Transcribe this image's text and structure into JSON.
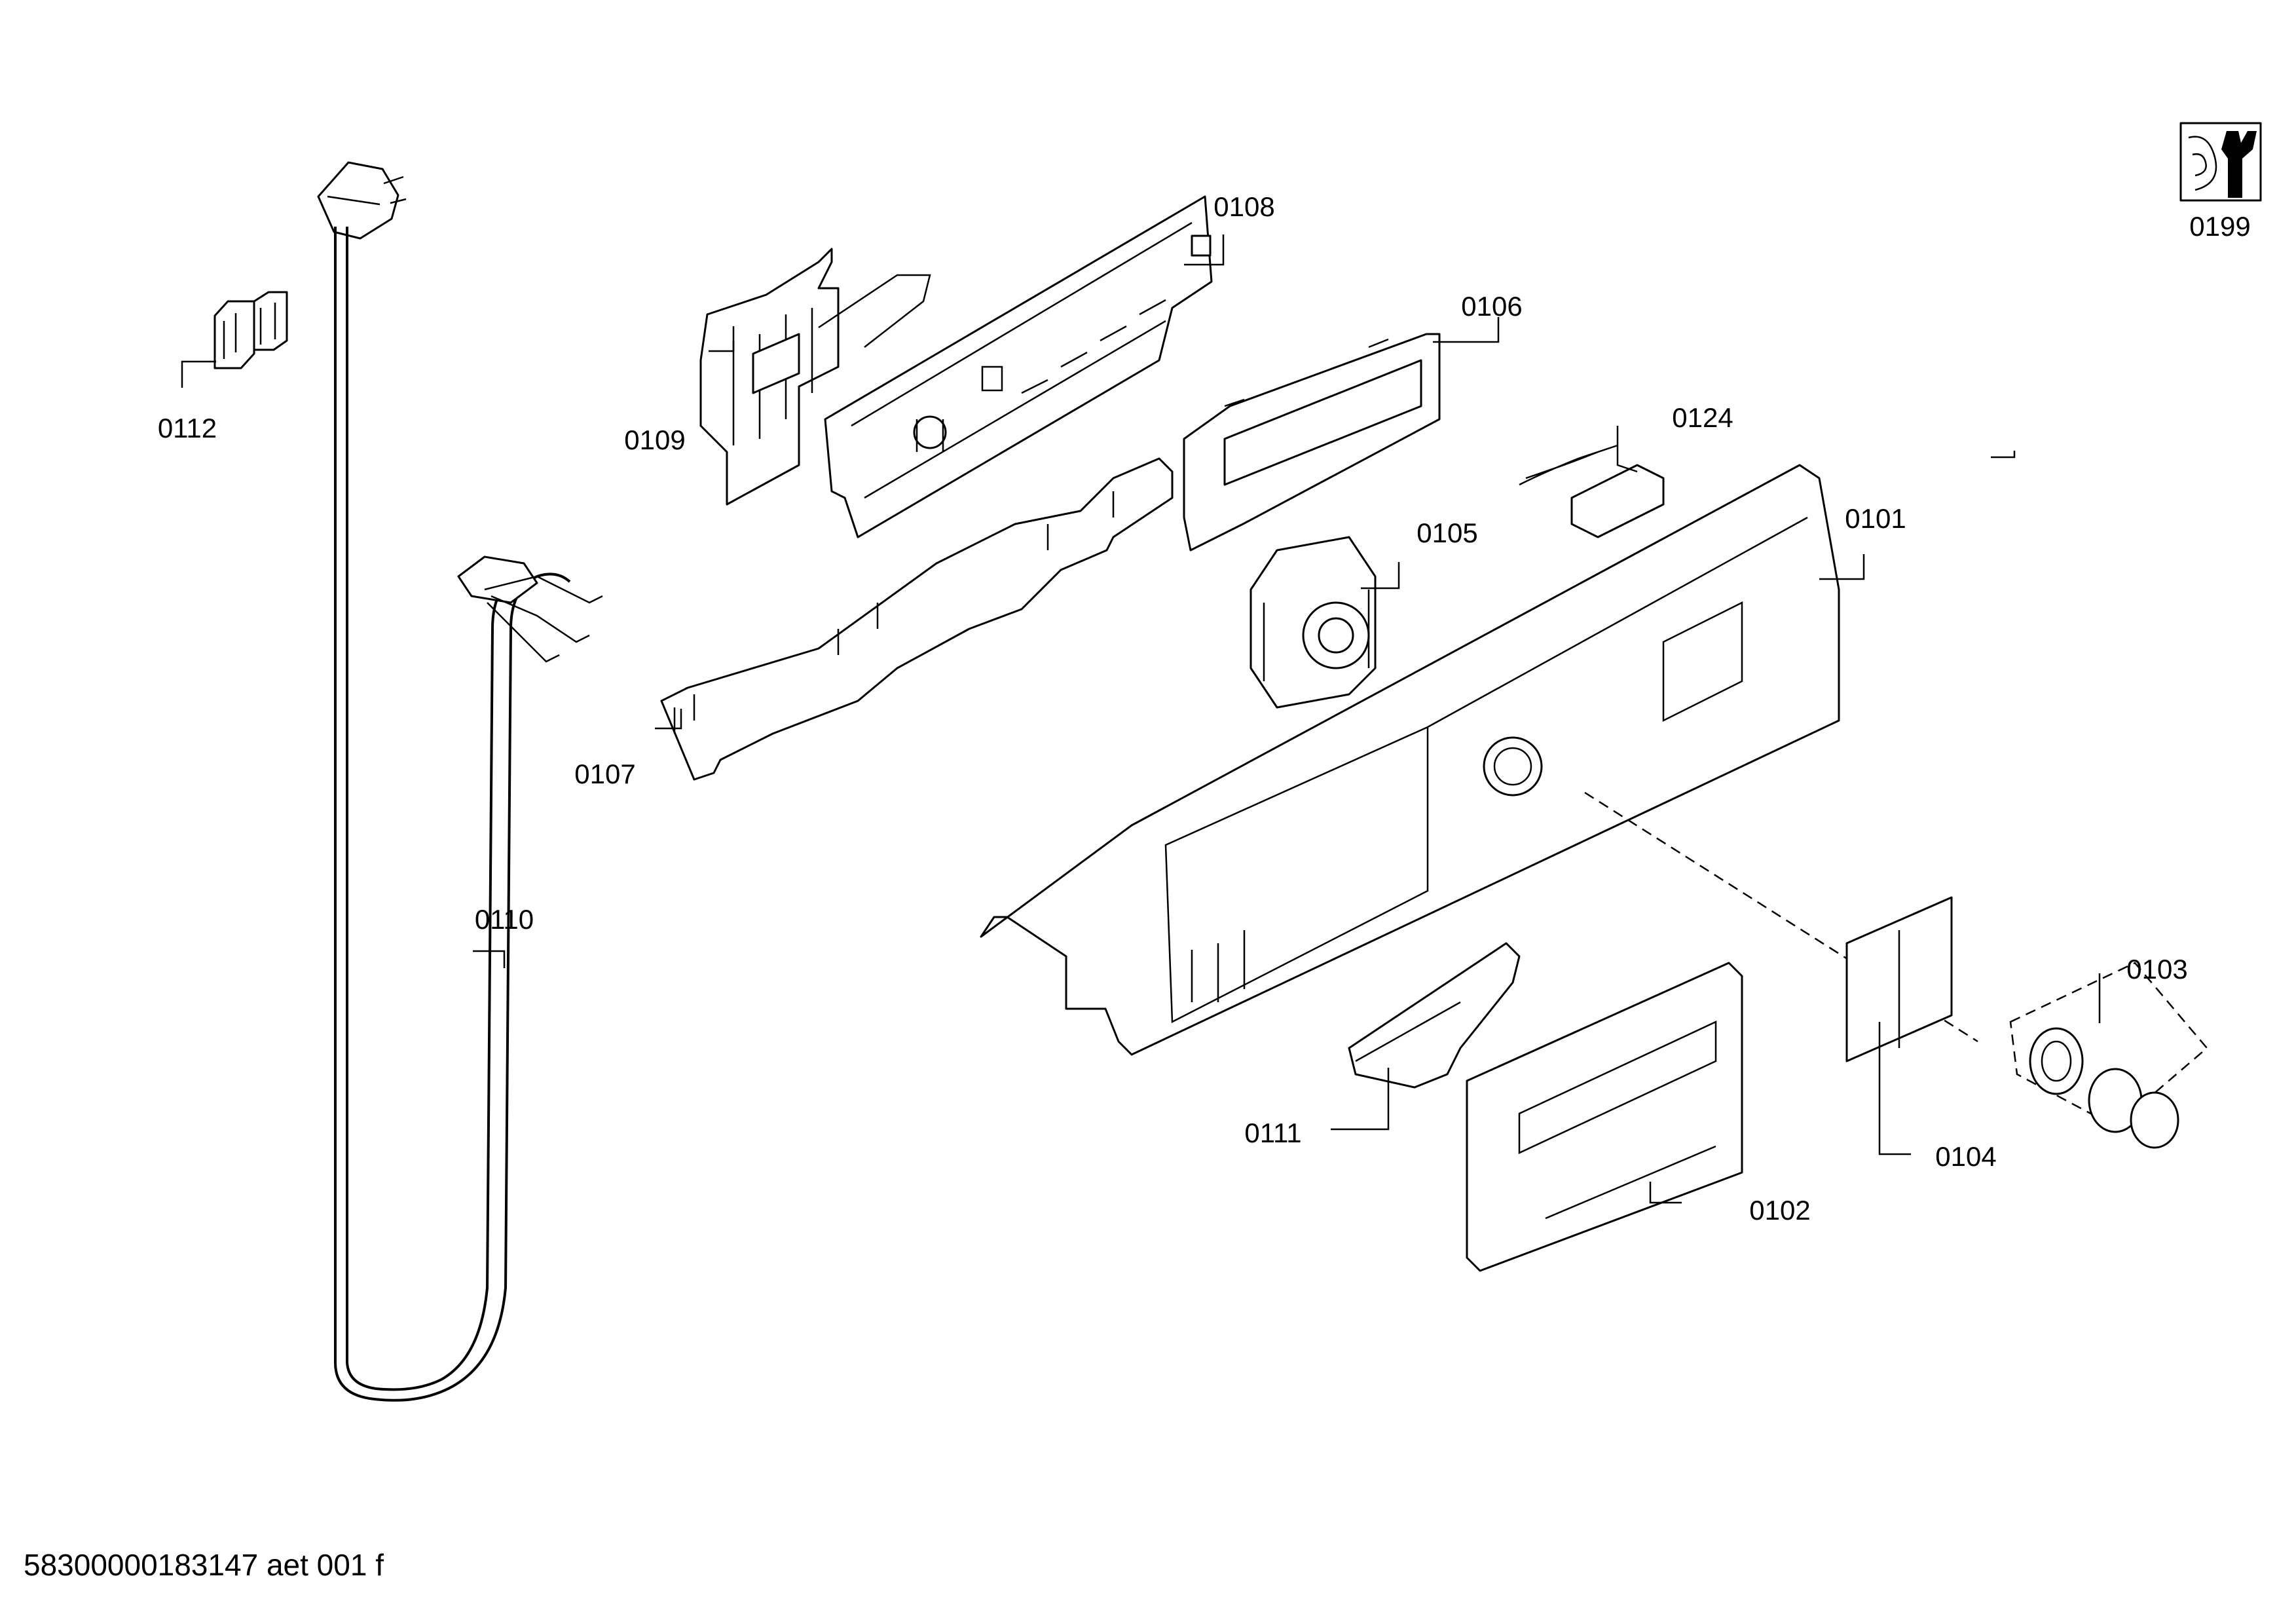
{
  "document_id": "58300000183147 aet 001 f",
  "parts": [
    {
      "id": "0101"
    },
    {
      "id": "0102"
    },
    {
      "id": "0103"
    },
    {
      "id": "0104"
    },
    {
      "id": "0105"
    },
    {
      "id": "0106"
    },
    {
      "id": "0107"
    },
    {
      "id": "0108"
    },
    {
      "id": "0109"
    },
    {
      "id": "0110"
    },
    {
      "id": "0111"
    },
    {
      "id": "0112"
    },
    {
      "id": "0124"
    },
    {
      "id": "0199"
    }
  ],
  "icons": {
    "service_kit": "service-wrench-icon"
  }
}
